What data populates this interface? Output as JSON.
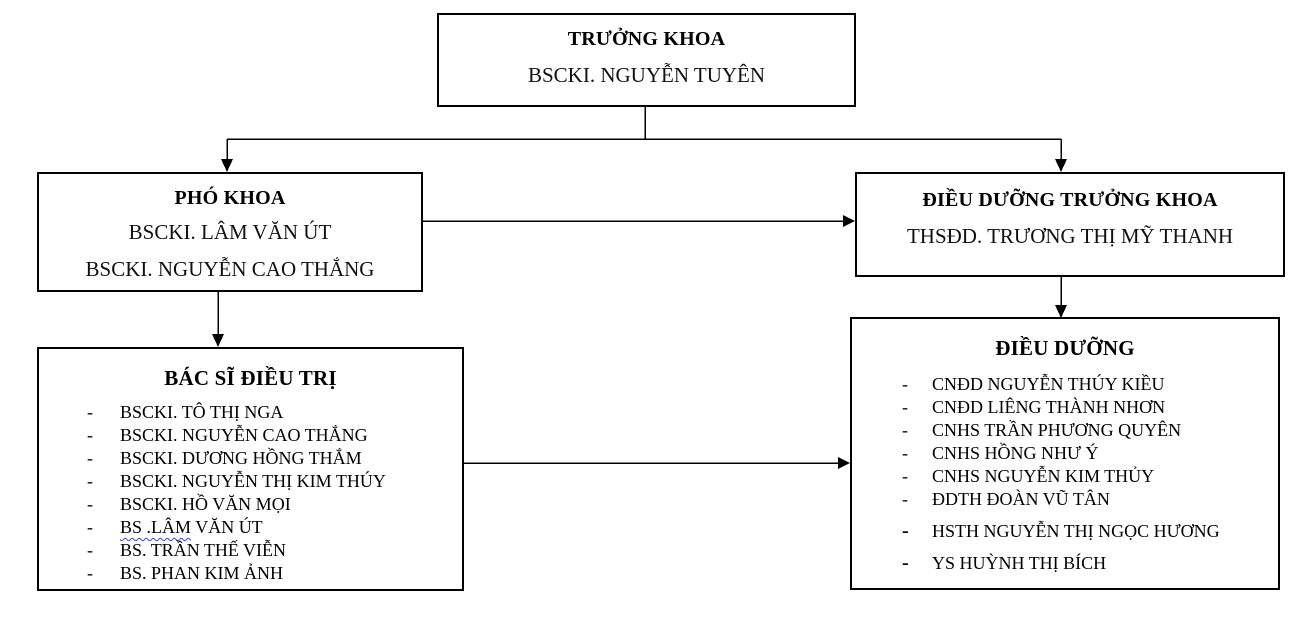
{
  "org_chart": {
    "bullet_glyph": "-",
    "line_color": "#000000",
    "wavy_underline_color": "#3344ee",
    "boxes": {
      "truong_khoa": {
        "title": "TRƯỞNG KHOA",
        "members": {
          "m1": "BSCKI. NGUYỄN TUYÊN"
        }
      },
      "pho_khoa": {
        "title": "PHÓ KHOA",
        "members": {
          "m1": "BSCKI. LÂM VĂN ÚT",
          "m2": "BSCKI. NGUYỄN CAO THẮNG"
        }
      },
      "dieu_duong_truong_khoa": {
        "title": "ĐIỀU DƯỠNG TRƯỞNG KHOA",
        "members": {
          "m1": "THSĐD. TRƯƠNG THỊ MỸ THANH"
        }
      },
      "bac_si_dieu_tri": {
        "title": "BÁC SĨ ĐIỀU TRỊ",
        "items": [
          {
            "text": "BSCKI. TÔ THỊ NGA"
          },
          {
            "text": "BSCKI. NGUYỄN CAO THẮNG"
          },
          {
            "text": "BSCKI. DƯƠNG HỒNG THẮM"
          },
          {
            "text": "BSCKI. NGUYỄN THỊ KIM THÚY"
          },
          {
            "text": "BSCKI. HỒ VĂN MỌI"
          },
          {
            "text": "BS .LÂM VĂN ÚT",
            "wavy": "BS .LÂM"
          },
          {
            "text": "BS. TRẦN THẾ VIỄN"
          },
          {
            "text": "BS. PHAN KIM ẢNH"
          }
        ]
      },
      "dieu_duong": {
        "title": "ĐIỀU DƯỠNG",
        "items": [
          {
            "text": "CNĐD NGUYỄN THÚY KIỀU"
          },
          {
            "text": "CNĐD LIÊNG THÀNH NHƠN"
          },
          {
            "text": "CNHS TRẦN PHƯƠNG QUYÊN"
          },
          {
            "text": "CNHS HỒNG NHƯ Ý"
          },
          {
            "text": "CNHS NGUYỄN KIM THỦY"
          },
          {
            "text": "ĐDTH ĐOÀN VŨ TÂN"
          },
          {
            "text": "HSTH NGUYỄN THỊ NGỌC HƯƠNG",
            "bold_dash": true
          },
          {
            "text": "YS HUỲNH THỊ BÍCH",
            "bold_dash": true
          }
        ]
      }
    }
  }
}
